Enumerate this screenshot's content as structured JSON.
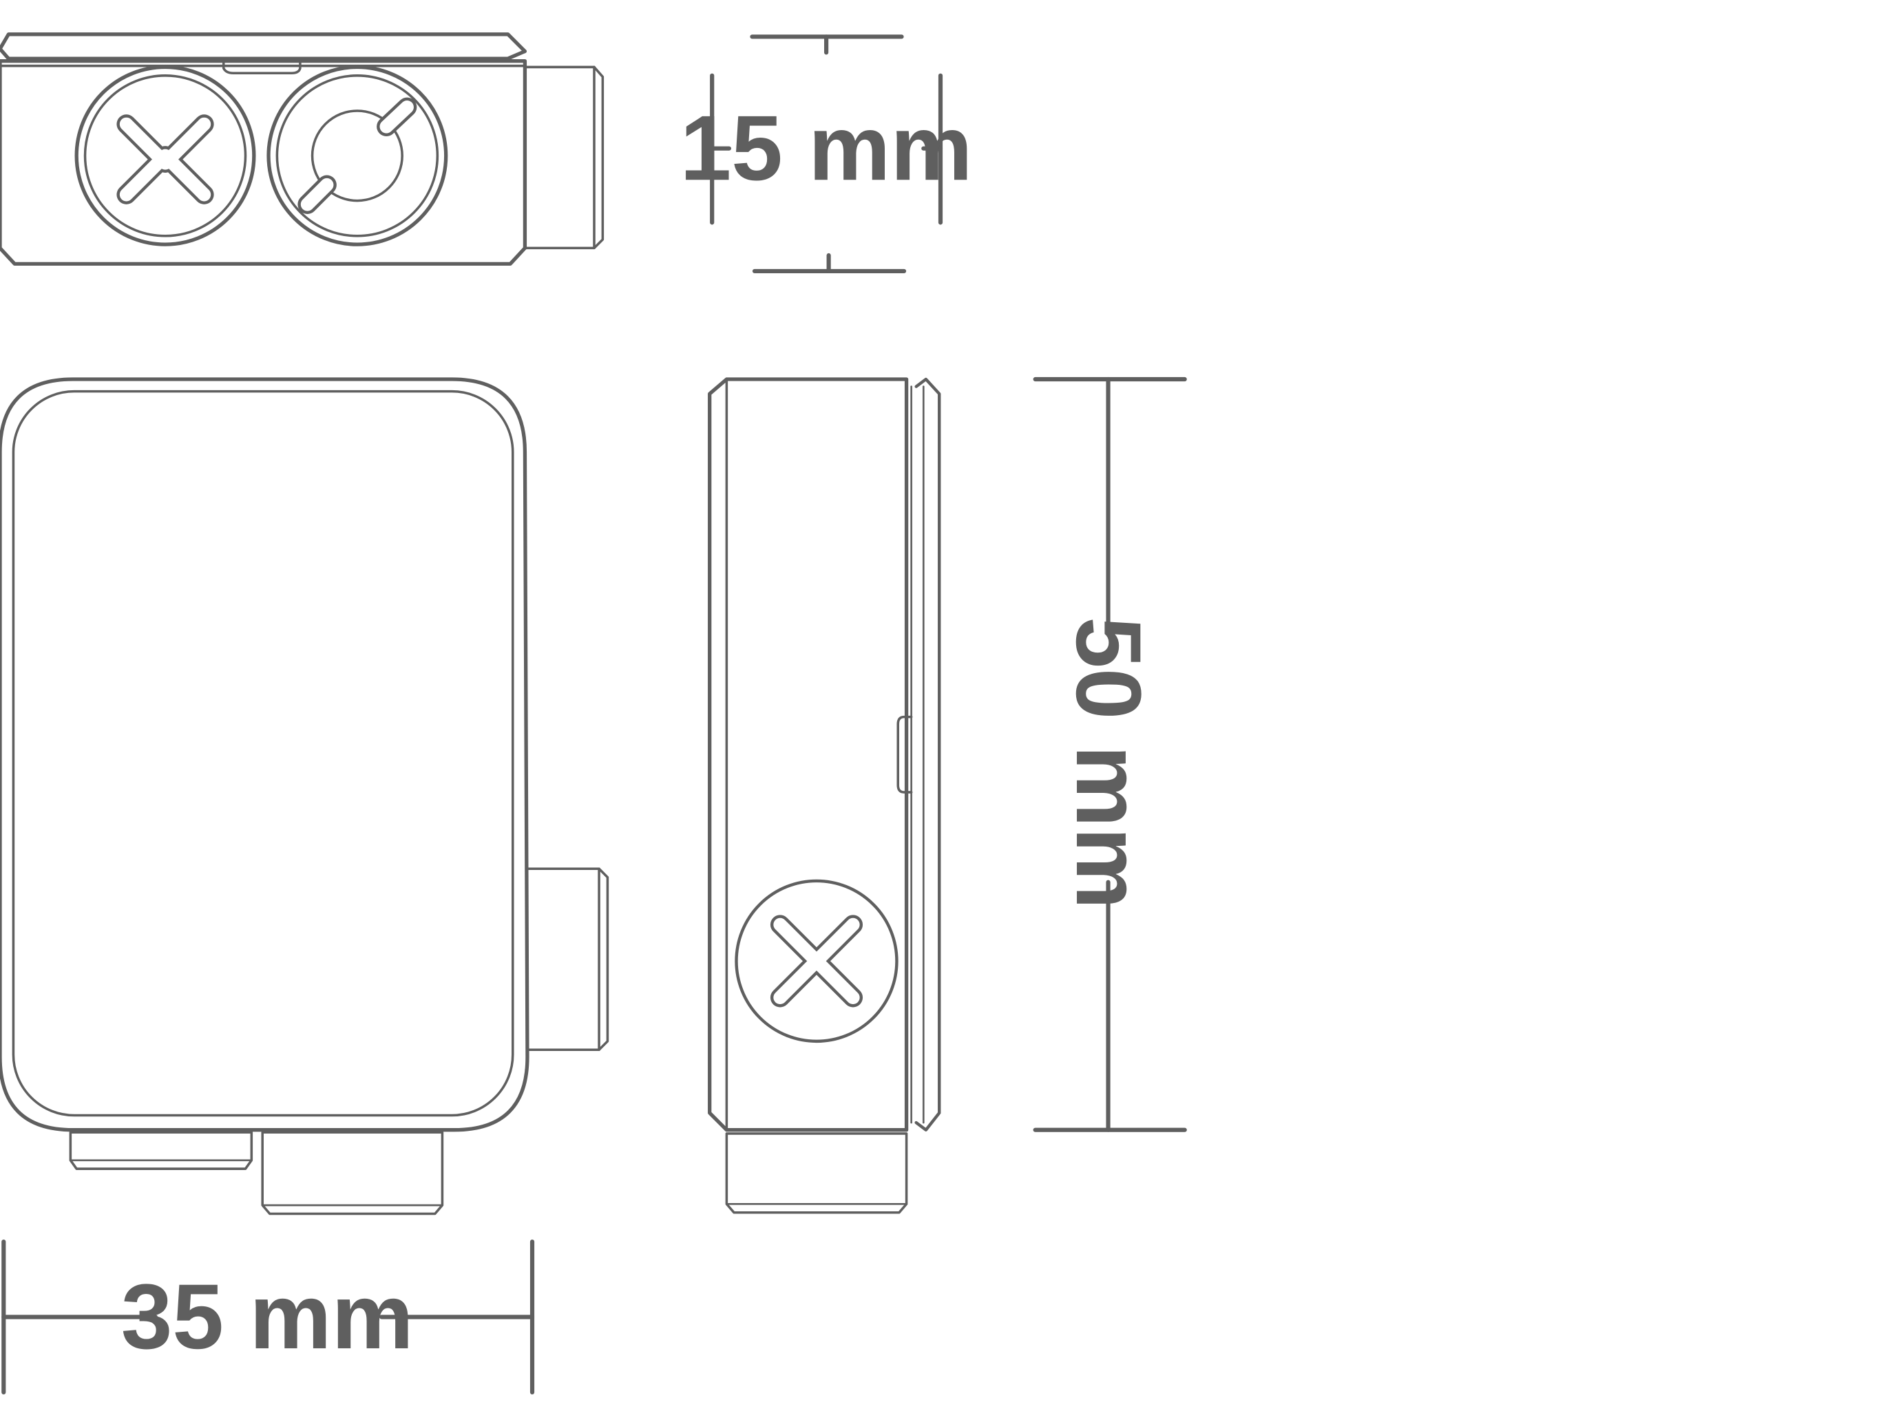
{
  "dimensions": {
    "thickness_label": "15 mm",
    "height_label": "50 mm",
    "width_label": "35 mm"
  },
  "colors": {
    "outline": "#5f5f5f",
    "background": "#ffffff"
  },
  "icons": {
    "cross_button": "cross-icon",
    "power_button": "power-icon"
  }
}
